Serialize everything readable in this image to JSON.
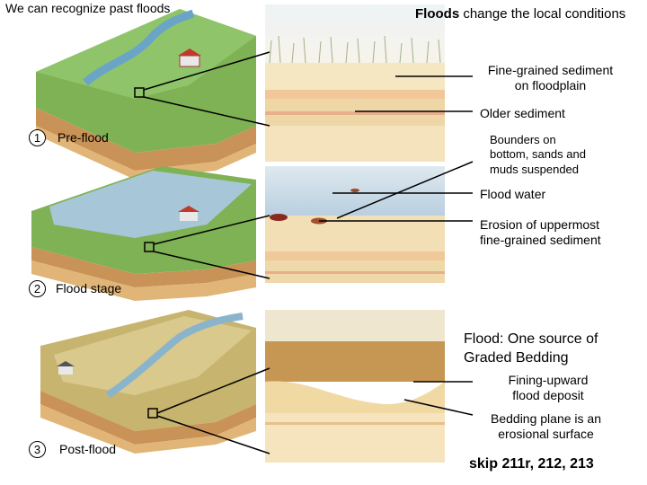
{
  "header": {
    "left_title": "We can recognize past floods",
    "right_title_bold": "Floods",
    "right_title_rest": " change the local conditions"
  },
  "stages": [
    {
      "number": "1",
      "label": "Pre-flood"
    },
    {
      "number": "2",
      "label": "Flood stage"
    },
    {
      "number": "3",
      "label": "Post-flood"
    }
  ],
  "callouts": {
    "fine_sediment": [
      "Fine-grained sediment",
      "on floodplain"
    ],
    "older_sediment": "Older sediment",
    "boulders": [
      "Bounders on",
      "bottom, sands and",
      "muds suspended"
    ],
    "flood_water": "Flood water",
    "erosion": [
      "Erosion of uppermost",
      "fine-grained sediment"
    ],
    "graded_bedding": [
      "Flood: One source of",
      "Graded Bedding"
    ],
    "fining_upward": [
      "Fining-upward",
      "flood deposit"
    ],
    "bedding_plane": [
      "Bedding plane is an",
      "erosional surface"
    ]
  },
  "footer": {
    "skip": "skip 211r, 212, 213"
  }
}
